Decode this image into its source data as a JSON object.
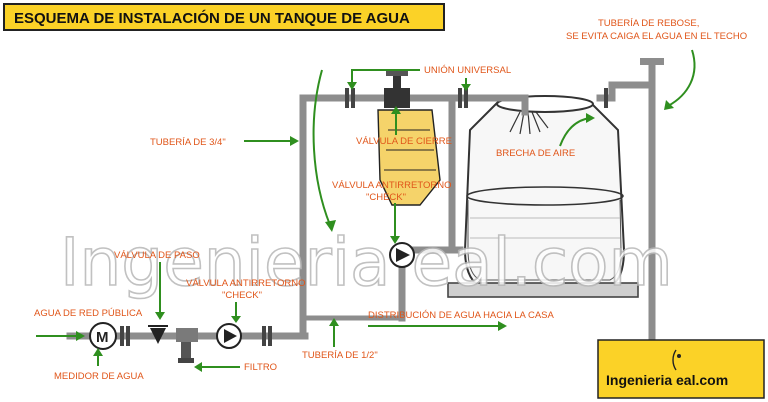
{
  "title": "ESQUEMA DE INSTALACIÓN DE UN TANQUE DE AGUA",
  "watermark": "Ingenieria  eal.com",
  "brand": "Ingenieria  eal.com",
  "labels": {
    "overflow_1": "TUBERÍA DE REBOSE,",
    "overflow_2": "SE EVITA CAIGA EL AGUA EN EL TECHO",
    "union": "UNIÓN UNIVERSAL",
    "pipe_34": "TUBERÍA DE 3/4\"",
    "shutoff_valve": "VÁLVULA DE CIERRE",
    "air_gap": "BRECHA DE AIRE",
    "check_top_1": "VÁLVULA ANTIRRETORNO",
    "check_top_2": "\"CHECK\"",
    "tap_valve": "VÁLVULA DE PASO",
    "check_bottom_1": "VÁLVULA ANTIRRETORNO",
    "check_bottom_2": "\"CHECK\"",
    "public_water": "AGUA DE RED PÚBLICA",
    "distribution": "DISTRIBUCIÓN DE AGUA HACIA LA CASA",
    "meter": "MEDIDOR DE AGUA",
    "filter": "FILTRO",
    "pipe_12": "TUBERÍA DE 1/2\"",
    "meter_symbol": "M"
  },
  "colors": {
    "title_bg": "#fbd227",
    "label": "#e0561a",
    "arrow": "#2f8f1f",
    "pipe": "#8d8d8d",
    "brand_bg": "#fbd227"
  }
}
